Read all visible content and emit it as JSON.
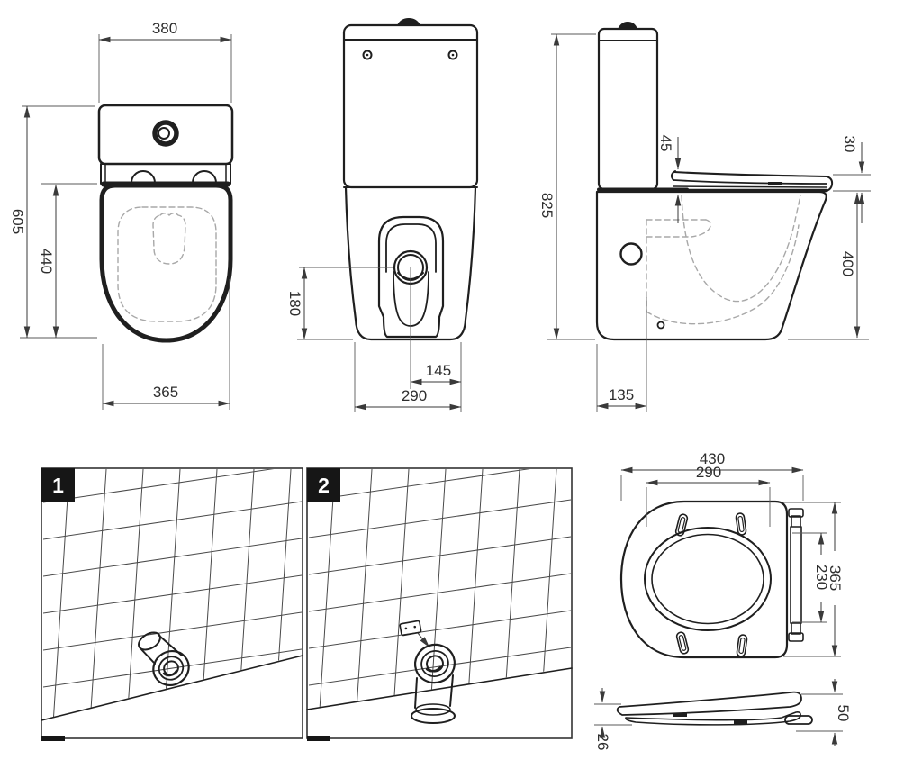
{
  "drawing": {
    "steps": [
      {
        "label": "1"
      },
      {
        "label": "2"
      }
    ],
    "plan": {
      "width_top": "380",
      "depth_total": "605",
      "depth_bowl": "440",
      "width_bowl": "365"
    },
    "rear": {
      "outlet_height": "180",
      "outlet_offset": "145",
      "base_width": "290"
    },
    "side": {
      "height_total": "825",
      "seat_back_thickness": "45",
      "seat_front_thickness": "30",
      "rim_height": "400",
      "outlet_setback": "135"
    },
    "seat_plan": {
      "width_outer": "430",
      "width_inner": "290",
      "depth_outer": "365",
      "depth_inner": "230"
    },
    "seat_profile": {
      "height_front": "26",
      "height_back": "50"
    },
    "colors": {
      "outline": "#1f1f1f",
      "dimension": "#3a3a3a",
      "dashed": "#a8a8a8",
      "badge_bg": "#161616",
      "badge_fg": "#ffffff",
      "background": "#ffffff"
    }
  }
}
